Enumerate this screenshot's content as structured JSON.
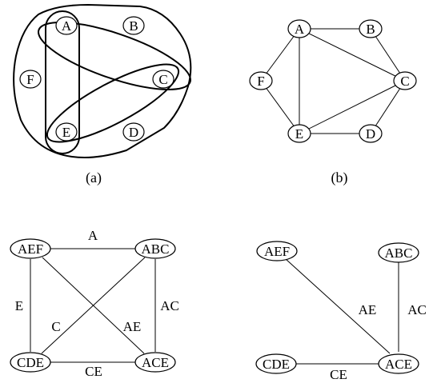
{
  "captions": {
    "a": "(a)",
    "b": "(b)"
  },
  "panel_a": {
    "nodes": {
      "A": "A",
      "B": "B",
      "C": "C",
      "D": "D",
      "E": "E",
      "F": "F"
    },
    "hyperedges": [
      "AEF",
      "ABC",
      "CDE",
      "ACE"
    ]
  },
  "panel_b": {
    "nodes": {
      "A": "A",
      "B": "B",
      "C": "C",
      "D": "D",
      "E": "E",
      "F": "F"
    },
    "edges": [
      [
        "A",
        "B"
      ],
      [
        "B",
        "C"
      ],
      [
        "C",
        "D"
      ],
      [
        "D",
        "E"
      ],
      [
        "E",
        "F"
      ],
      [
        "F",
        "A"
      ],
      [
        "A",
        "C"
      ],
      [
        "C",
        "E"
      ],
      [
        "A",
        "E"
      ]
    ]
  },
  "panel_c": {
    "nodes": {
      "AEF": "AEF",
      "ABC": "ABC",
      "CDE": "CDE",
      "ACE": "ACE"
    },
    "edges": [
      {
        "from": "AEF",
        "to": "ABC",
        "label": "A"
      },
      {
        "from": "AEF",
        "to": "CDE",
        "label": "E"
      },
      {
        "from": "ABC",
        "to": "ACE",
        "label": "AC"
      },
      {
        "from": "CDE",
        "to": "ACE",
        "label": "CE"
      },
      {
        "from": "ABC",
        "to": "CDE",
        "label": "C"
      },
      {
        "from": "AEF",
        "to": "ACE",
        "label": "AE"
      }
    ]
  },
  "panel_d": {
    "nodes": {
      "AEF": "AEF",
      "ABC": "ABC",
      "CDE": "CDE",
      "ACE": "ACE"
    },
    "edges": [
      {
        "from": "AEF",
        "to": "ACE",
        "label": "AE"
      },
      {
        "from": "ABC",
        "to": "ACE",
        "label": "AC"
      },
      {
        "from": "CDE",
        "to": "ACE",
        "label": "CE"
      }
    ]
  }
}
